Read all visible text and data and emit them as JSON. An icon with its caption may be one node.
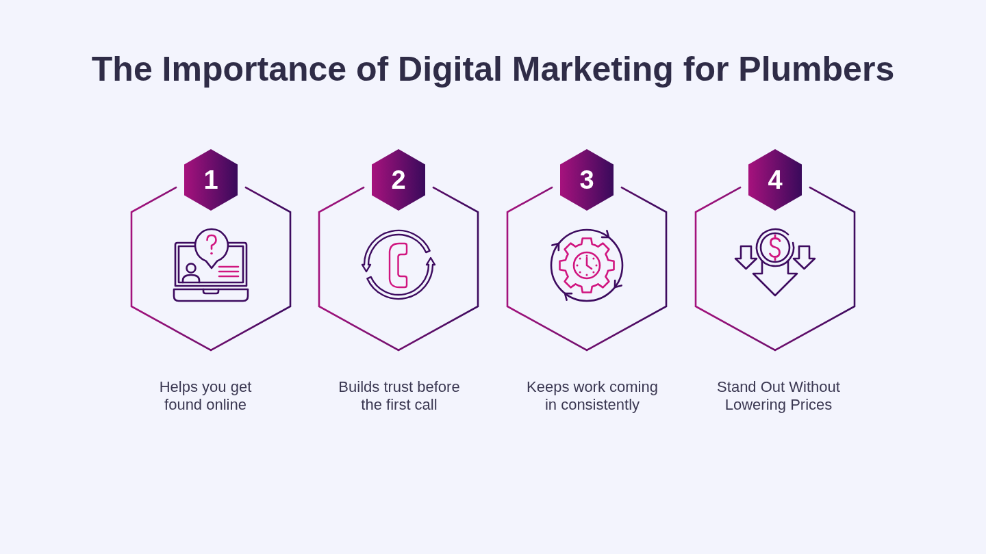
{
  "diagram": {
    "title": "The Importance of Digital Marketing for Plumbers",
    "nodes": [
      {
        "text": [],
        "shape": "hexagon",
        "beside": [
          "Helps you get found online"
        ]
      },
      {
        "text": [
          "1"
        ]
      },
      {
        "text": [],
        "shape": "hexagon",
        "beside": [
          "Builds trust before the first call"
        ]
      },
      {
        "text": [
          "2"
        ]
      },
      {
        "text": [],
        "shape": "hexagon",
        "beside": [
          "Keeps work coming in consistently"
        ]
      },
      {
        "text": [
          "3"
        ]
      },
      {
        "text": [],
        "shape": "hexagon",
        "beside": [
          "Stand Out Without Lowering Prices"
        ]
      },
      {
        "text": [
          "4"
        ]
      }
    ]
  }
}
